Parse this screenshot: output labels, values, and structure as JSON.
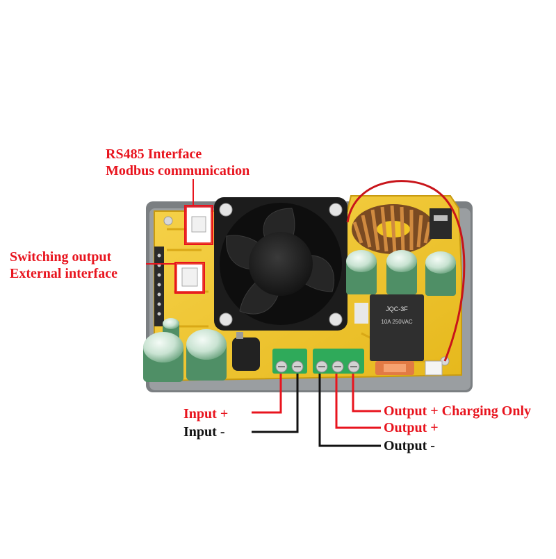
{
  "colors": {
    "background": "#ffffff",
    "label_red": "#e8141e",
    "label_black": "#111111",
    "board": "#f2c623",
    "fan": "#202020",
    "copper": "#b8743a",
    "capacitor": "#7fb890",
    "terminal_green": "#2faa5a"
  },
  "labels": {
    "rs485_interface": "RS485 Interface",
    "modbus_communication": "Modbus communication",
    "switching_output": "Switching output",
    "external_interface": "External interface",
    "input_plus": "Input +",
    "input_minus": "Input -",
    "output_plus_charging_only": "Output + Charging Only",
    "output_plus": "Output +",
    "output_minus": "Output -"
  },
  "board": {
    "relay_marking": "JQC-3F",
    "relay_rating": "10A 250VAC"
  }
}
